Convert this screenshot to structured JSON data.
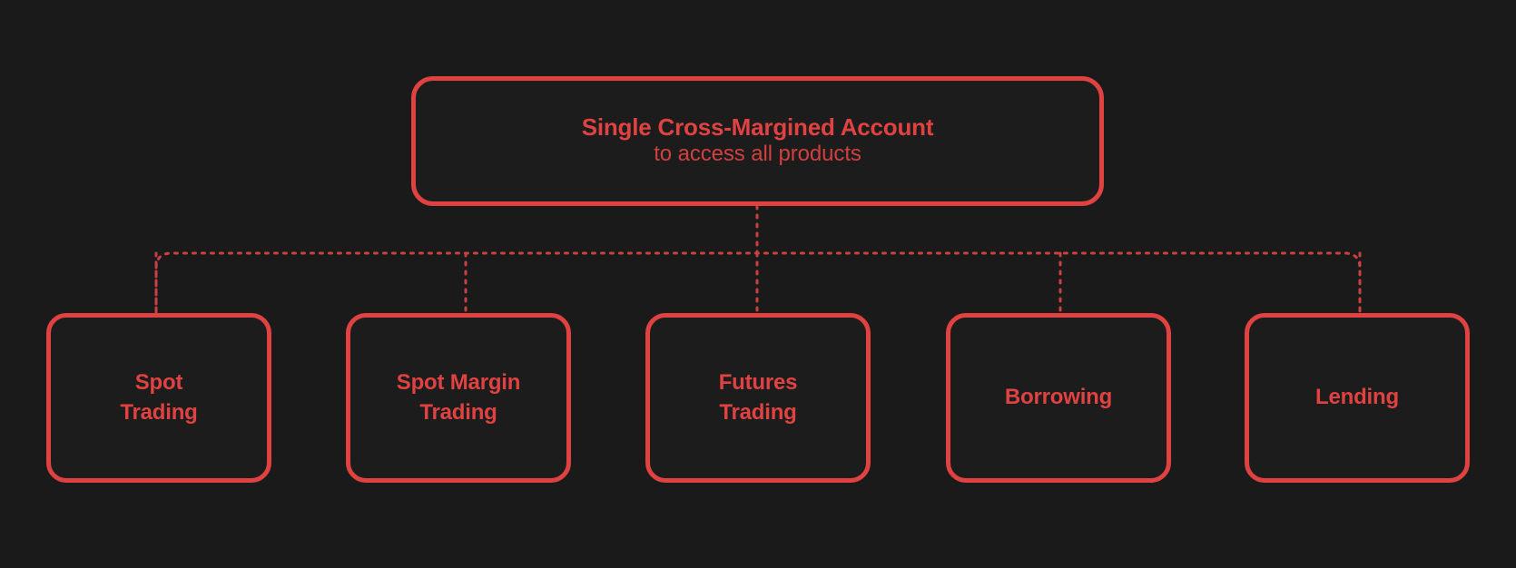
{
  "theme": {
    "background_color": "#1a1a1a",
    "accent_color": "#e04242",
    "box_fill_color": "#1c1c1c",
    "connector_color": "#c94040"
  },
  "diagram": {
    "type": "hierarchy-tree",
    "root": {
      "title": "Single Cross-Margined Account",
      "subtitle": "to access all products"
    },
    "children": [
      {
        "label": "Spot\nTrading",
        "line1": "Spot",
        "line2": "Trading"
      },
      {
        "label": "Spot Margin\nTrading",
        "line1": "Spot Margin",
        "line2": "Trading"
      },
      {
        "label": "Futures\nTrading",
        "line1": "Futures",
        "line2": "Trading"
      },
      {
        "label": "Borrowing",
        "line1": "Borrowing",
        "line2": ""
      },
      {
        "label": "Lending",
        "line1": "Lending",
        "line2": ""
      }
    ]
  }
}
